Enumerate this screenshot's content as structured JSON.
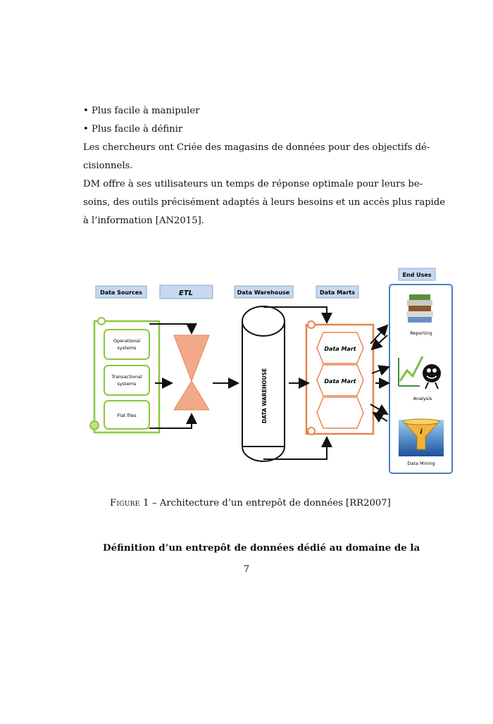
{
  "body": {
    "bullets": [
      "Plus facile à manipuler",
      "Plus facile à définir"
    ],
    "para1_line1": "Les chercheurs ont Criée des magasins de données pour des objectifs dé-",
    "para1_line2": "cisionnels.",
    "para2_line1": "DM offre à ses utilisateurs un temps de réponse optimale pour leurs be-",
    "para2_line2": "soins, des outils précisément adaptés à leurs besoins et un accès plus rapide",
    "para2_line3": "à l’information [AN2015]."
  },
  "figure": {
    "labels": {
      "data_sources": "Data Sources",
      "etl": "ETL",
      "data_warehouse": "Data Warehouse",
      "data_marts": "Data  Marts",
      "end_uses": "End Uses"
    },
    "sources": {
      "operational_1": "Operational",
      "operational_2": "systems",
      "transactional_1": "Transactional",
      "transactional_2": "systems",
      "flat_files": "Flat files"
    },
    "warehouse_vertical": "DATA WAREHOUSE",
    "marts": [
      "Data Mart",
      "Data Mart"
    ],
    "end_uses": {
      "reporting": "Reporting",
      "analysis": "Analysis",
      "data_mining": "Data Mining"
    },
    "colors": {
      "label_bg": "#c6d9ef",
      "source_green": "#8cc63f",
      "etl_fill": "#f2a98a",
      "marts_orange": "#e8834a",
      "end_uses_border": "#4a7fc1"
    }
  },
  "caption": {
    "prefix": "Figure 1",
    "text": " – Architecture d’un entrepôt de données  [RR2007]"
  },
  "section_heading": "Définition d’un entrepôt de données dédié au domaine de la",
  "page_number": "7"
}
